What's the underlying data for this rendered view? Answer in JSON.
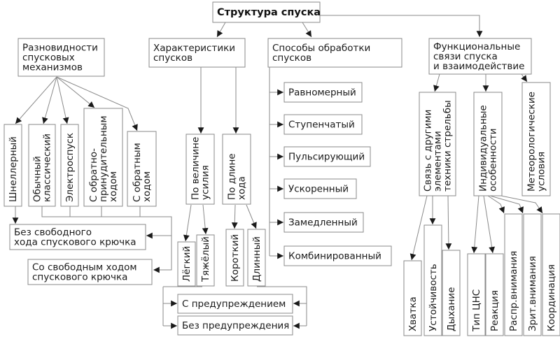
{
  "title": "Структура спуска",
  "categories": {
    "varieties": {
      "label": [
        "Разновидности",
        "спусковых",
        "механизмов"
      ],
      "items": [
        [
          "Шнеллерный"
        ],
        [
          "Обычный",
          "классический"
        ],
        [
          "Электроспуск"
        ],
        [
          "С обратно-",
          "принудительным",
          "ходом"
        ],
        [
          "С обратным",
          "ходом"
        ]
      ],
      "groups": [
        [
          "Без свободного",
          "хода спускового крючка"
        ],
        [
          "Со свободным ходом",
          "спускового крючка"
        ]
      ]
    },
    "characteristics": {
      "label": [
        "Характеристики",
        "спусков"
      ],
      "items": [
        {
          "label": [
            "По величине",
            "усилия"
          ],
          "children": [
            [
              "Лёгкий"
            ],
            [
              "Тяжёлый"
            ]
          ]
        },
        {
          "label": [
            "По длине",
            "хода"
          ],
          "children": [
            [
              "Короткий"
            ],
            [
              "Длинный"
            ]
          ]
        }
      ],
      "warning": [
        [
          "С предупреждением"
        ],
        [
          "Без предупреждения"
        ]
      ]
    },
    "methods": {
      "label": [
        "Способы обработки",
        "спусков"
      ],
      "items": [
        "Равномерный",
        "Ступенчатый",
        "Пульсирующий",
        "Ускоренный",
        "Замедленный",
        "Комбинированный"
      ]
    },
    "functional": {
      "label": [
        "Функциональные",
        "связи спуска",
        "и взаимодействие"
      ],
      "items": [
        {
          "label": [
            "Связь с другими",
            "элементами",
            "техники стрельбы"
          ],
          "children": [
            [
              "Хватка"
            ],
            [
              "Устойчивость"
            ],
            [
              "Дыхание"
            ]
          ]
        },
        {
          "label": [
            "Индивидуальные",
            "особенности"
          ],
          "children": [
            [
              "Тип ЦНС"
            ],
            [
              "Реакция"
            ],
            [
              "Распр.внимания"
            ],
            [
              "Зрит.внимания"
            ],
            [
              "Координация"
            ]
          ]
        },
        {
          "label": [
            "Метеорологические",
            "условия"
          ],
          "children": []
        }
      ]
    }
  }
}
